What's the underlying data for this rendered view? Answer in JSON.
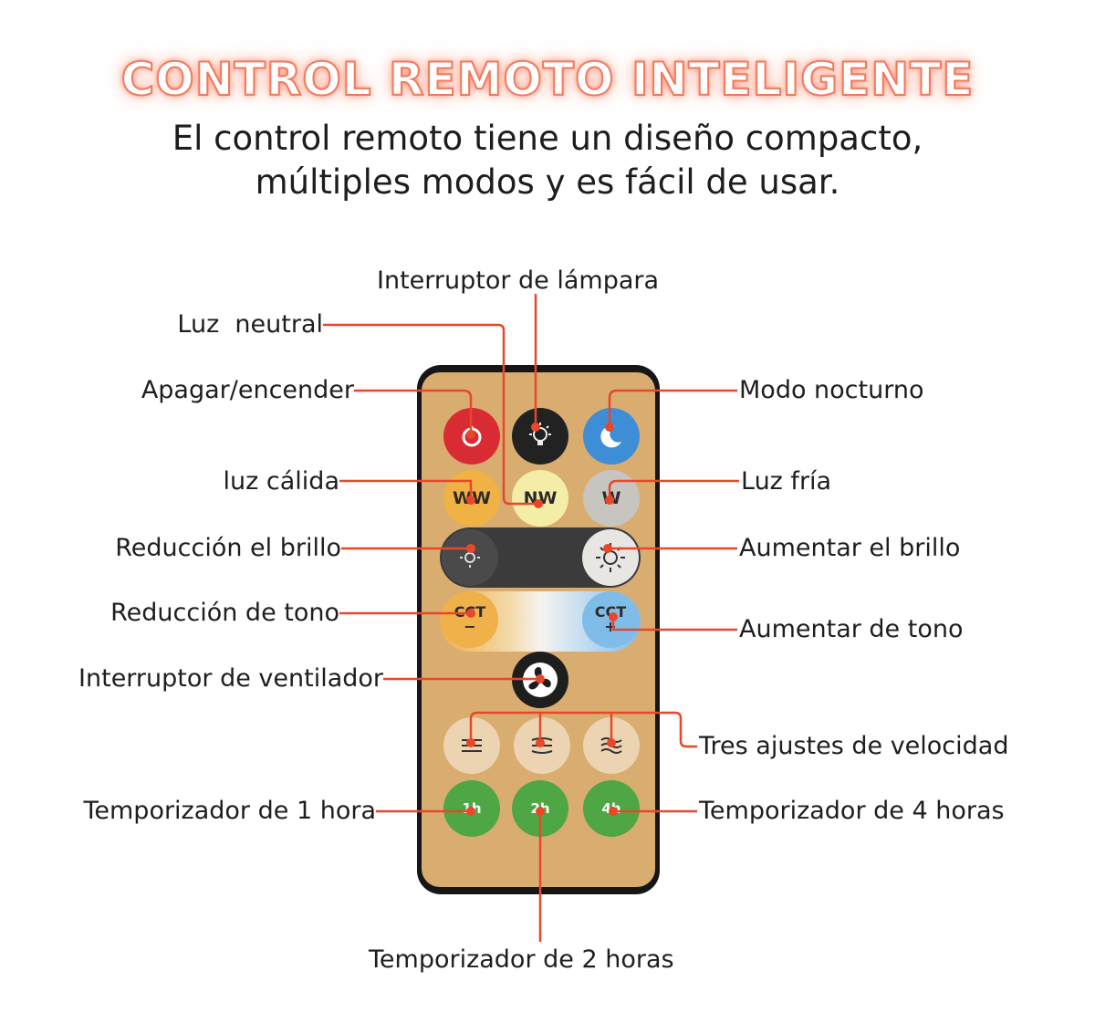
{
  "header": {
    "title": "CONTROL REMOTO INTELIGENTE",
    "subtitle_line1": "El control remoto tiene un diseño compacto,",
    "subtitle_line2": "múltiples modos y es fácil de usar."
  },
  "labels": {
    "lamp_switch": "Interruptor de lámpara",
    "neutral_light": "Luz  neutral",
    "power": "Apagar/encender",
    "night_mode": "Modo nocturno",
    "warm_light": "luz cálida",
    "cold_light": "Luz fría",
    "brightness_down": "Reducción el brillo",
    "brightness_up": "Aumentar el brillo",
    "tone_down": "Reducción de tono",
    "tone_up": "Aumentar de tono",
    "fan_switch": "Interruptor de ventilador",
    "speed_settings": "Tres ajustes de velocidad",
    "timer_1h": "Temporizador de 1 hora",
    "timer_4h": "Temporizador de 4 horas",
    "timer_2h": "Temporizador de 2 horas"
  },
  "remote_buttons": {
    "ww": "WW",
    "nw": "NW",
    "w": "W",
    "cct_minus": "CCT",
    "cct_plus": "CCT",
    "minus_sign": "−",
    "plus_sign": "+",
    "t1": "1h",
    "t2": "2h",
    "t4": "4h"
  },
  "colors": {
    "leader": "#e8472a",
    "remote_body": "#161616",
    "remote_panel": "#d9ad70",
    "title_glow": "#f07a5e"
  }
}
